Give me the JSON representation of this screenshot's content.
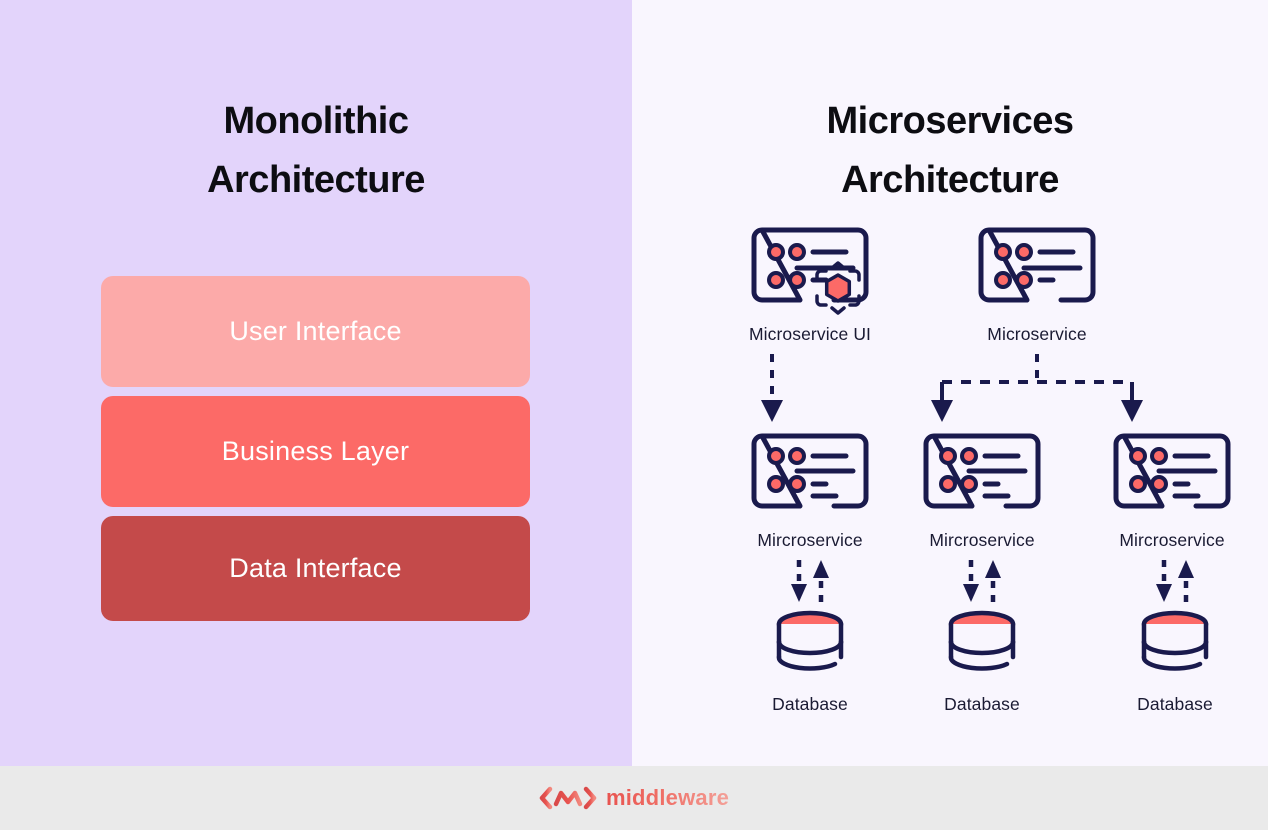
{
  "theme": {
    "left_panel_bg": "#e3d4fb",
    "right_panel_bg": "#f9f6fe",
    "footer_bg": "#eaeaea",
    "ink": "#1a1a4d",
    "coral": "#fc6a67",
    "title_color": "#0d0d12"
  },
  "left": {
    "title_line1": "Monolithic",
    "title_line2": "Architecture",
    "layers": [
      {
        "label": "User Interface",
        "color": "#fcaaa9"
      },
      {
        "label": "Business Layer",
        "color": "#fc6a67"
      },
      {
        "label": "Data Interface",
        "color": "#c44a4a"
      }
    ]
  },
  "right": {
    "title_line1": "Microservices",
    "title_line2": "Architecture",
    "top_row": [
      {
        "label": "Microservice UI",
        "icon": "microservice-ui-icon",
        "has_badge": true
      },
      {
        "label": "Microservice",
        "icon": "microservice-icon",
        "has_badge": false
      }
    ],
    "middle_row": [
      {
        "label": "Mircroservice",
        "icon": "microservice-icon"
      },
      {
        "label": "Mircroservice",
        "icon": "microservice-icon"
      },
      {
        "label": "Mircroservice",
        "icon": "microservice-icon"
      }
    ],
    "bottom_row": [
      {
        "label": "Database",
        "icon": "database-icon"
      },
      {
        "label": "Database",
        "icon": "database-icon"
      },
      {
        "label": "Database",
        "icon": "database-icon"
      }
    ]
  },
  "footer": {
    "brand": "middleware",
    "logo": "middleware-chevron-logo"
  }
}
